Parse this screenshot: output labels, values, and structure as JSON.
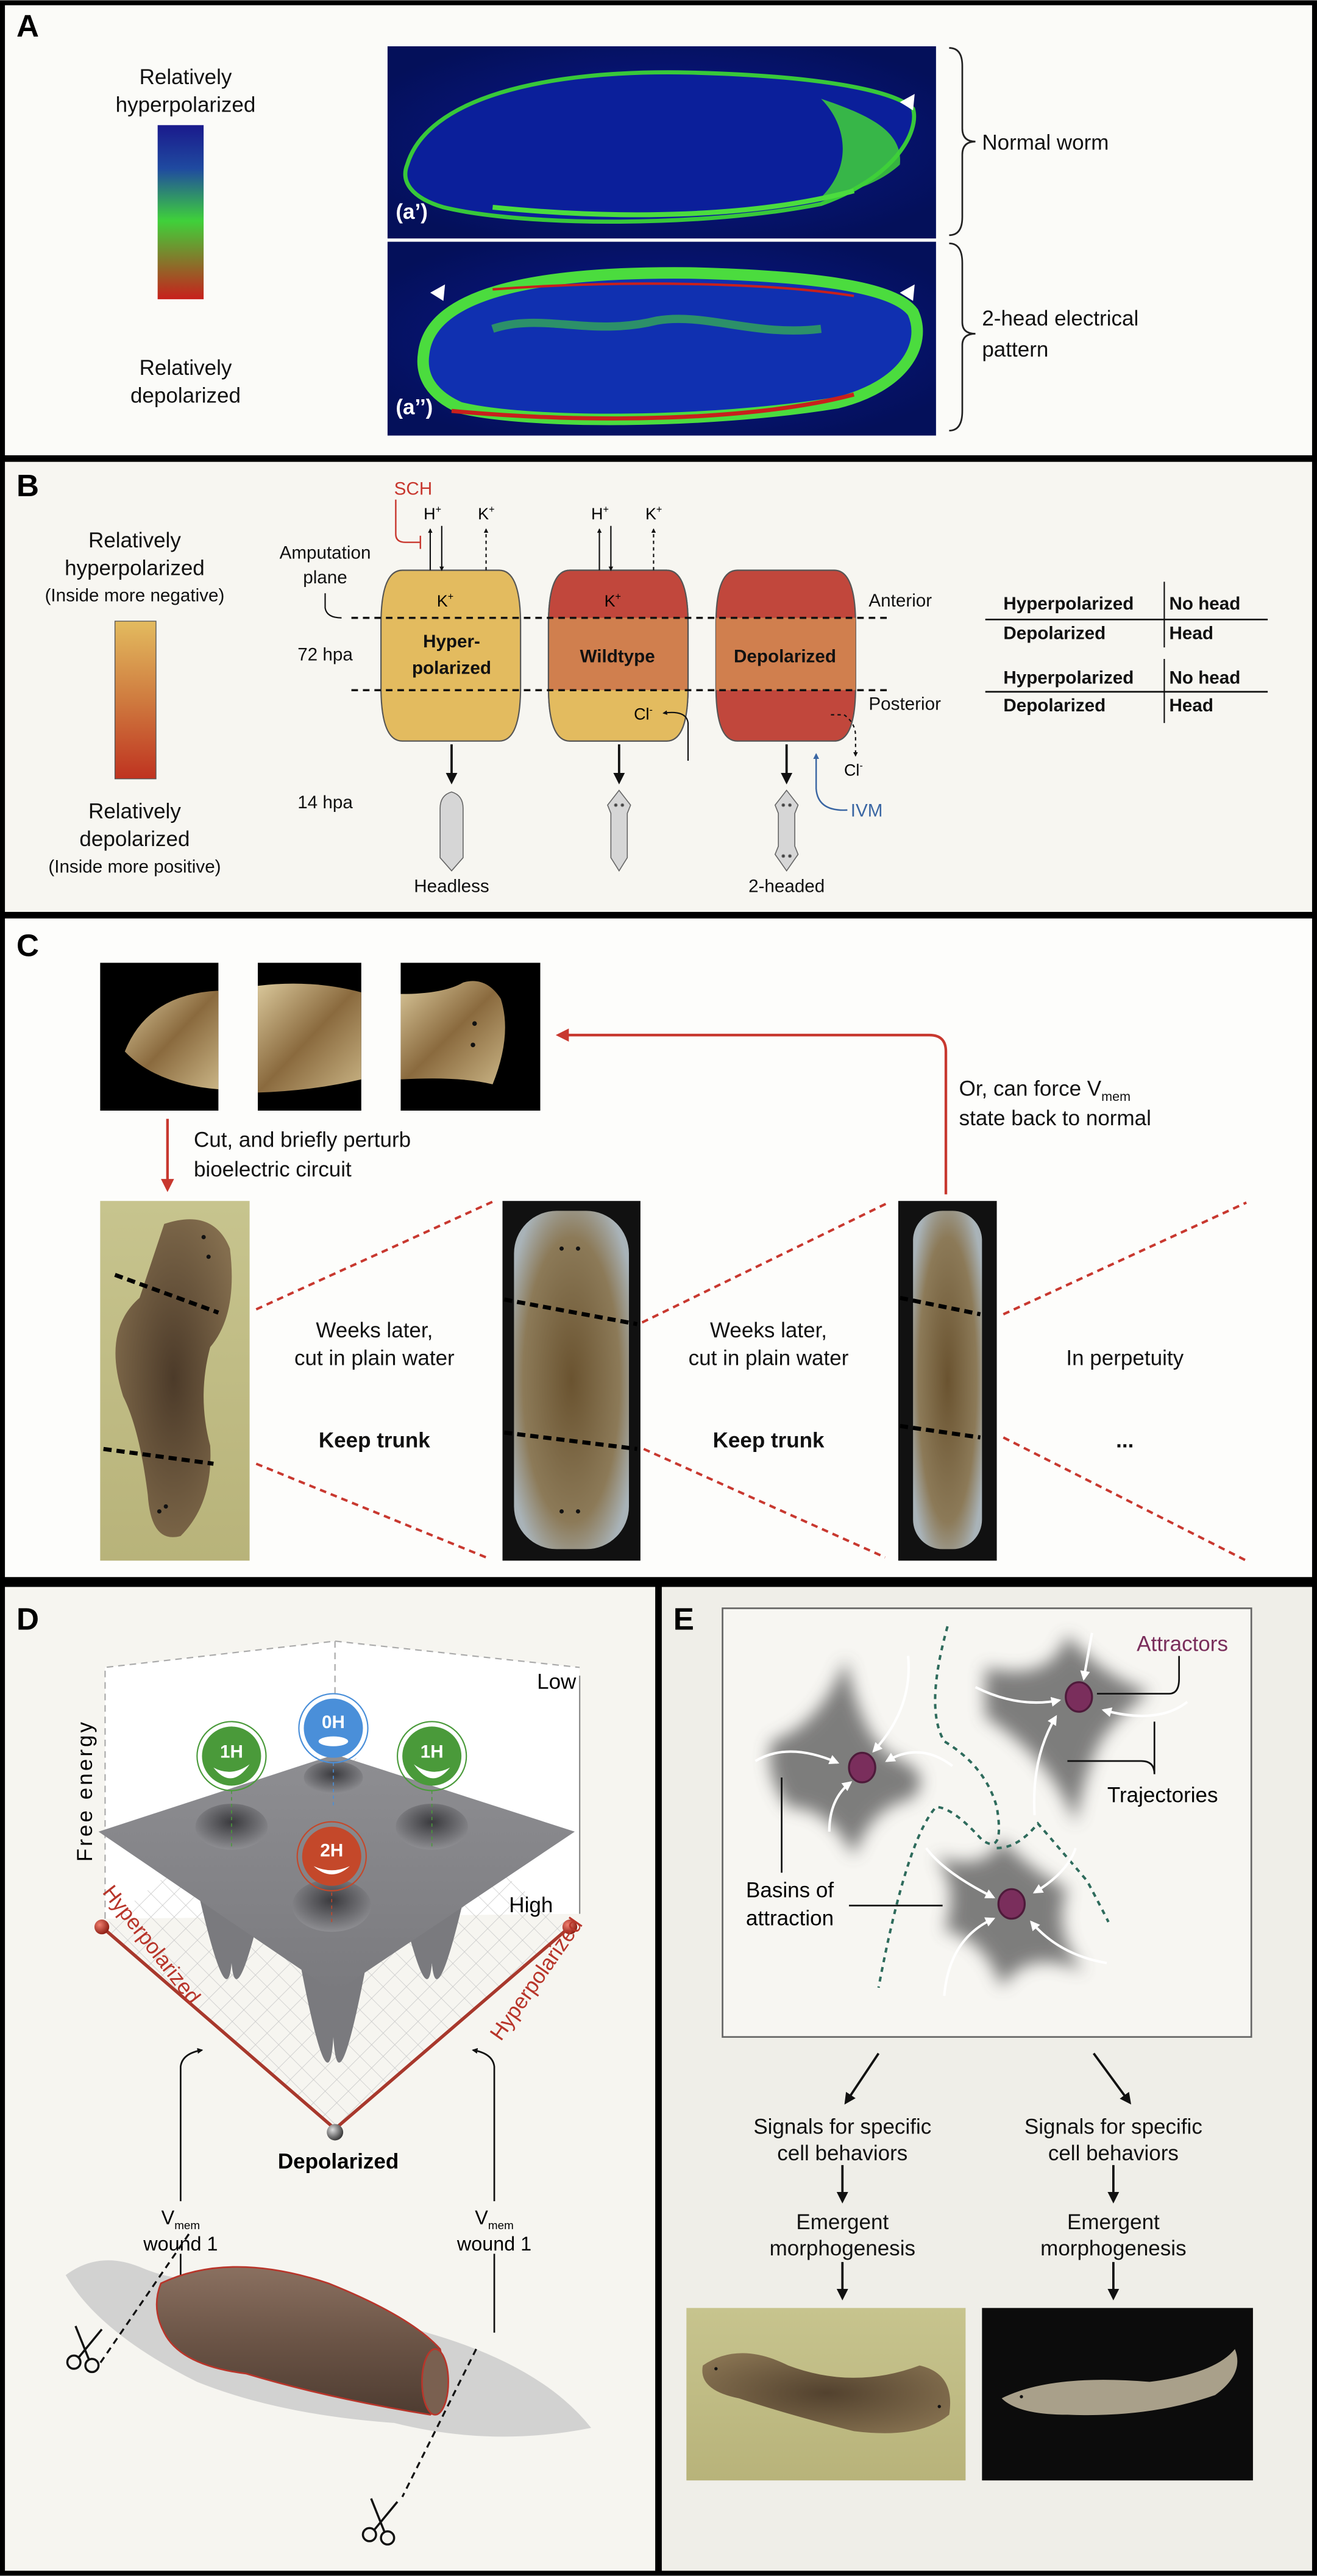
{
  "panel_a": {
    "label": "A",
    "scale_top": [
      "Relatively",
      "hyperpolarized"
    ],
    "scale_bottom": [
      "Relatively",
      "depolarized"
    ],
    "image1_label": "(a’)",
    "image2_label": "(a’’)",
    "brace1_text": "Normal worm",
    "brace2_text": [
      "2-head electrical",
      "pattern"
    ],
    "colors": {
      "hyper": "#1a1a8c",
      "mid": "#3fd13a",
      "depol": "#c8201c"
    }
  },
  "panel_b": {
    "label": "B",
    "scale_top": [
      "Relatively",
      "hyperpolarized",
      "(Inside more negative)"
    ],
    "scale_bottom": [
      "Relatively",
      "depolarized",
      "(Inside more positive)"
    ],
    "drug_sch": "SCH",
    "drug_ivm": "IVM",
    "ions": {
      "h": {
        "base": "H",
        "sup": "+"
      },
      "k": {
        "base": "K",
        "sup": "+"
      },
      "cl": {
        "base": "Cl",
        "sup": "-"
      }
    },
    "amputation": [
      "Amputation",
      "plane"
    ],
    "time_72": "72 hpa",
    "time_14": "14 hpa",
    "anterior": "Anterior",
    "posterior": "Posterior",
    "fragments": [
      {
        "label": [
          "Hyper-",
          "polarized"
        ]
      },
      {
        "label": [
          "Wildtype"
        ]
      },
      {
        "label": [
          "Depolarized"
        ]
      }
    ],
    "outcomes": [
      "Headless",
      "",
      "2-headed"
    ],
    "tables": [
      [
        [
          "Hyperpolarized",
          "No head"
        ],
        [
          "Depolarized",
          "Head"
        ]
      ],
      [
        [
          "Hyperpolarized",
          "No head"
        ],
        [
          "Depolarized",
          "Head"
        ]
      ]
    ],
    "colors": {
      "hyper": "#e3bb5f",
      "wildtype_mid": "#d07f4e",
      "depol": "#c1473c",
      "sch": "#c8382f",
      "ivm": "#3a66a3"
    }
  },
  "panel_c": {
    "label": "C",
    "perturb_text": [
      "Cut, and briefly perturb",
      "bioelectric circuit"
    ],
    "force_text": {
      "line1": "Or, can force ",
      "v": "V",
      "sub": "mem",
      "line2": "state back to normal"
    },
    "step_texts": [
      {
        "lines": [
          "Weeks later,",
          "cut in plain water"
        ],
        "bold": "Keep trunk"
      },
      {
        "lines": [
          "Weeks later,",
          "cut in plain water"
        ],
        "bold": "Keep trunk"
      }
    ],
    "perpetuity": "In perpetuity",
    "ellipsis": "...",
    "arrow_color": "#c8382f"
  },
  "panel_d": {
    "label": "D",
    "y_axis": "Free energy",
    "low": "Low",
    "high": "High",
    "states": [
      {
        "name": "1H",
        "color": "#4a9a3a"
      },
      {
        "name": "0H",
        "color": "#4a8fd9"
      },
      {
        "name": "1H",
        "color": "#4a9a3a"
      },
      {
        "name": "2H",
        "color": "#c4482a"
      }
    ],
    "axis_left": "Hyperpolarized",
    "axis_right": "Hyperpolarized",
    "axis_bottom": "Depolarized",
    "wound_labels": [
      {
        "v": "V",
        "sub": "mem",
        "text": "wound 1"
      },
      {
        "v": "V",
        "sub": "mem",
        "text": "wound 1"
      }
    ]
  },
  "panel_e": {
    "label": "E",
    "attractors": "Attractors",
    "trajectories": "Trajectories",
    "basins": [
      "Basins of",
      "attraction"
    ],
    "columns": [
      {
        "signals": [
          "Signals for specific",
          "cell behaviors"
        ],
        "emergent": [
          "Emergent",
          "morphogenesis"
        ]
      },
      {
        "signals": [
          "Signals for specific",
          "cell behaviors"
        ],
        "emergent": [
          "Emergent",
          "morphogenesis"
        ]
      }
    ],
    "attractor_color": "#7a2e5c",
    "basin_line_color": "#2e6b5c"
  }
}
